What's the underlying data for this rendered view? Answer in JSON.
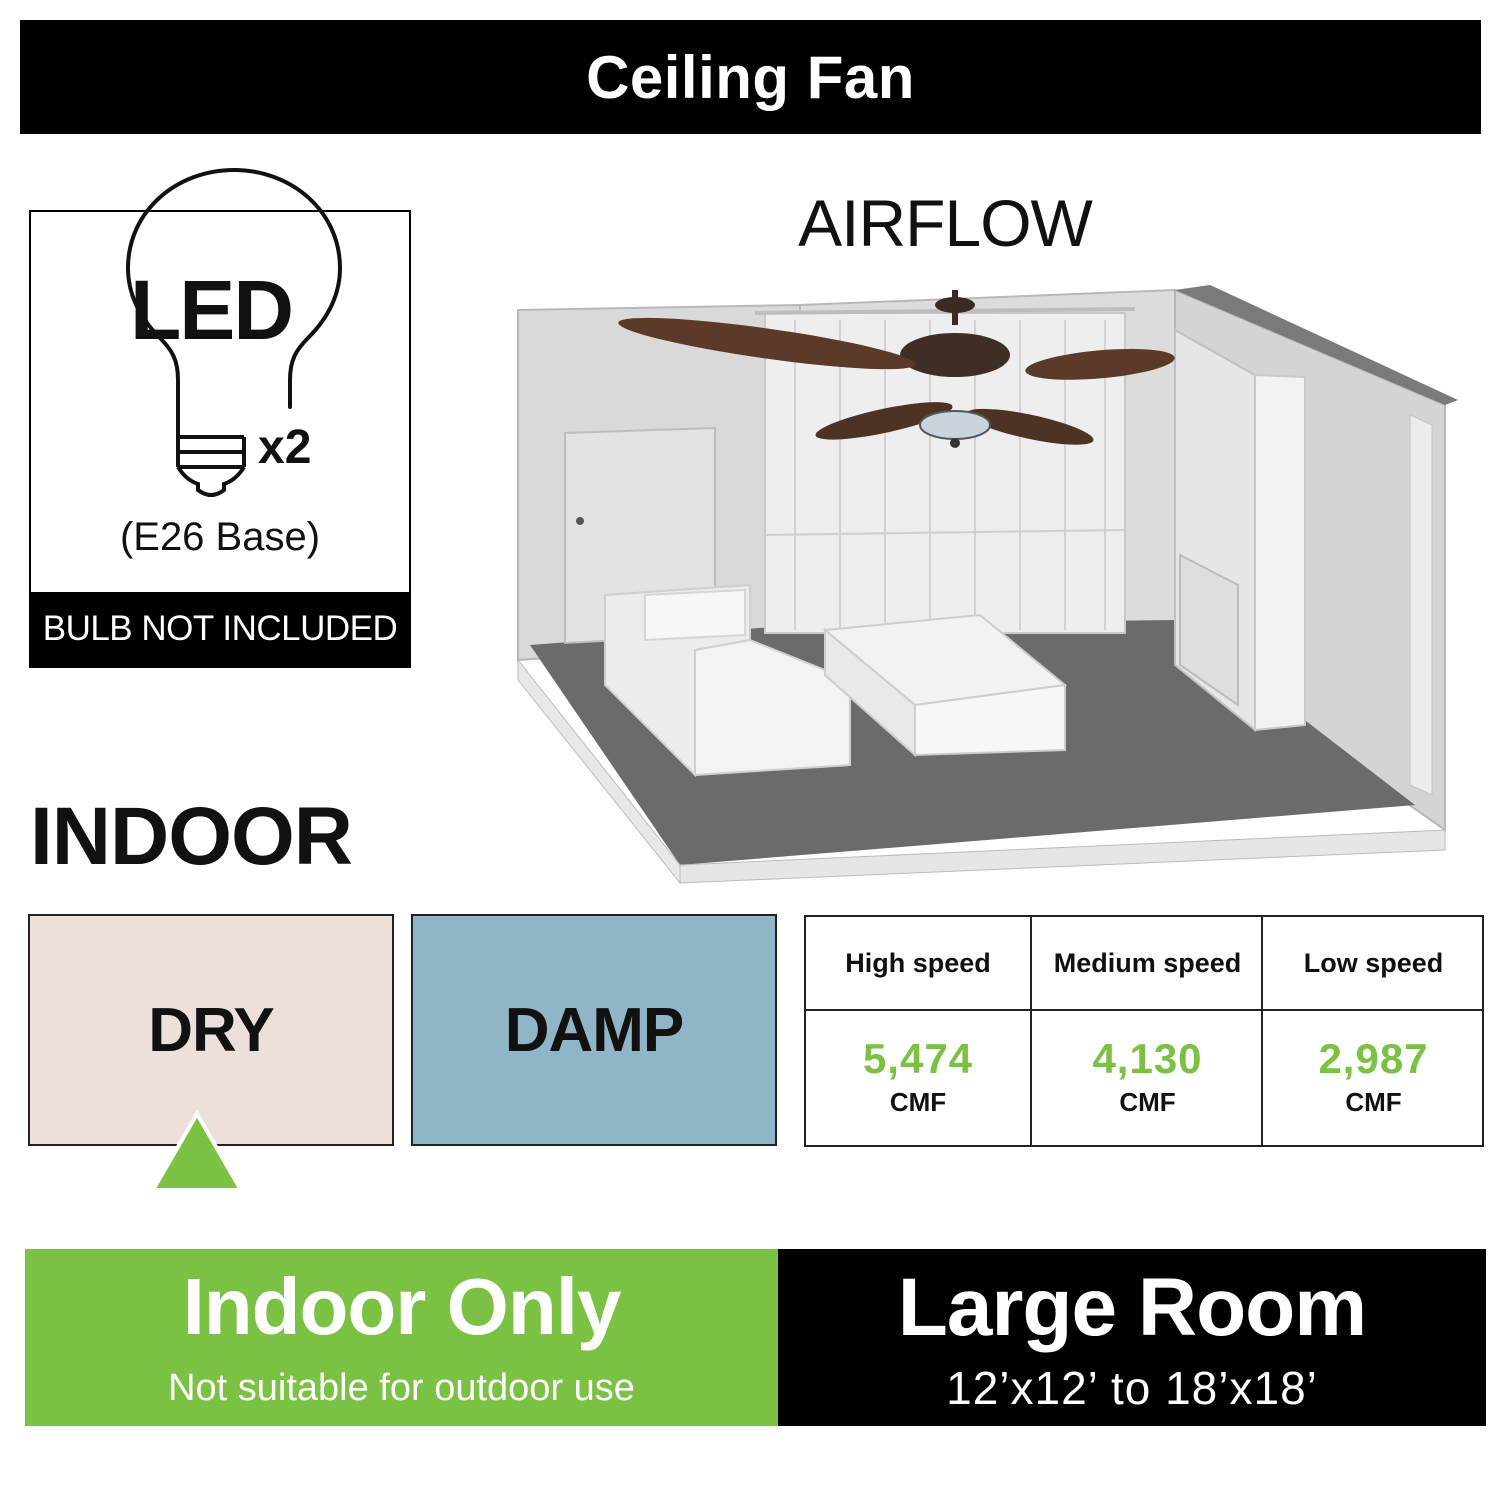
{
  "header": {
    "title": "Ceiling Fan"
  },
  "bulb_info": {
    "type_label": "LED",
    "count_label": "x2",
    "base_label": "(E26 Base)",
    "note": "BULB NOT INCLUDED",
    "icon": "light-bulb-icon"
  },
  "airflow": {
    "title": "AIRFLOW",
    "illustration": "room-with-ceiling-fan-illustration"
  },
  "rating": {
    "heading": "INDOOR",
    "options": [
      {
        "label": "DRY",
        "color": "#ede0da",
        "selected": true
      },
      {
        "label": "DAMP",
        "color": "#8fb5c6",
        "selected": false
      }
    ],
    "selected_marker_color": "#7bc143"
  },
  "speeds": {
    "columns": [
      {
        "label": "High speed",
        "value": "5,474",
        "unit": "CMF"
      },
      {
        "label": "Medium speed",
        "value": "4,130",
        "unit": "CMF"
      },
      {
        "label": "Low speed",
        "value": "2,987",
        "unit": "CMF"
      }
    ],
    "value_color": "#7bc143"
  },
  "usage": {
    "title": "Indoor Only",
    "subtitle": "Not suitable for outdoor use",
    "color": "#7bc143"
  },
  "room_size": {
    "title": "Large Room",
    "subtitle": "12’x12’ to 18’x18’"
  }
}
